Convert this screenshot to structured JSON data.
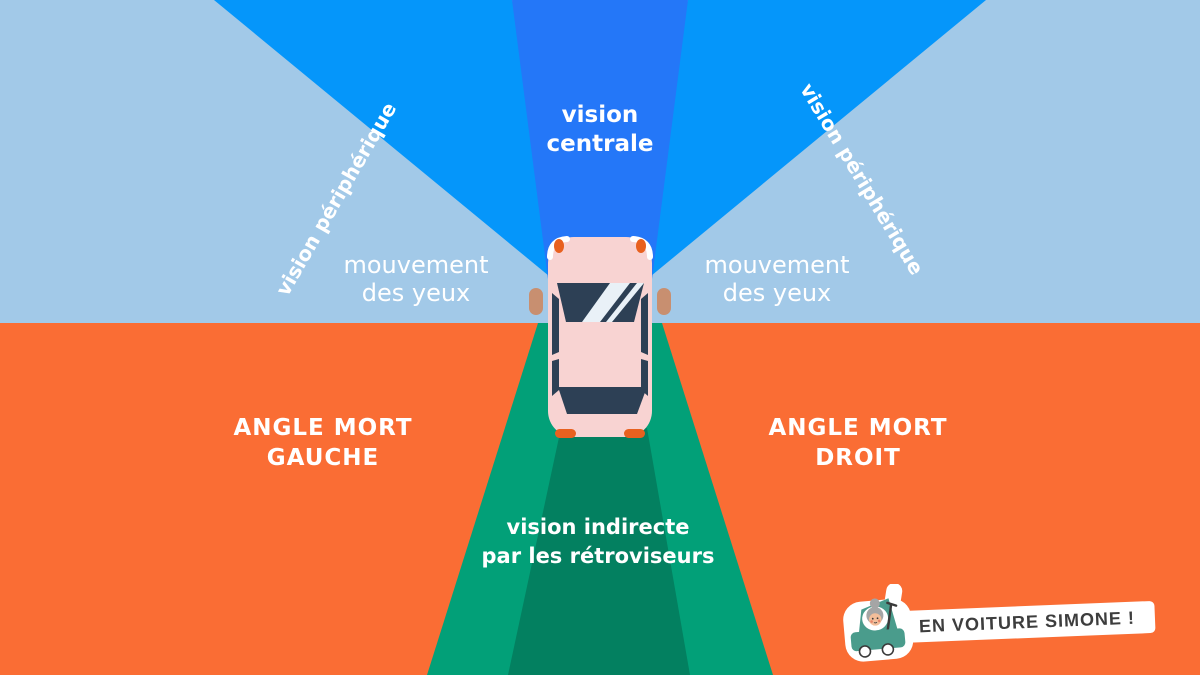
{
  "colors": {
    "sky": "#A2C9E8",
    "peripheral_blue": "#0596FA",
    "central_blue": "#2477F8",
    "orange": "#FA6D34",
    "green_outer": "#02A078",
    "green_inner": "#038060",
    "car_pink": "#F8D3D2",
    "car_window": "#2D4055",
    "mirror_tan": "#C88F70",
    "light_orange": "#E8611F",
    "text_white": "#FFFFFF",
    "logo_plate": "#FFFFFF",
    "logo_text": "#3D3D3D",
    "logo_car_teal": "#4A9C8C",
    "logo_face": "#F3BE9A",
    "logo_hair": "#A5A5A5"
  },
  "zones": {
    "central_vision": {
      "label": "vision\ncentrale"
    },
    "peripheral_vision_left": {
      "label": "vision périphérique"
    },
    "peripheral_vision_right": {
      "label": "vision périphérique"
    },
    "eye_movement_left": {
      "label": "mouvement\ndes yeux"
    },
    "eye_movement_right": {
      "label": "mouvement\ndes yeux"
    },
    "blind_spot_left": {
      "label": "ANGLE MORT\nGAUCHE"
    },
    "blind_spot_right": {
      "label": "ANGLE MORT\nDROIT"
    },
    "indirect_vision": {
      "label": "vision indirecte\npar les rétroviseurs"
    }
  },
  "logo": {
    "text": "EN VOITURE SIMONE !"
  }
}
